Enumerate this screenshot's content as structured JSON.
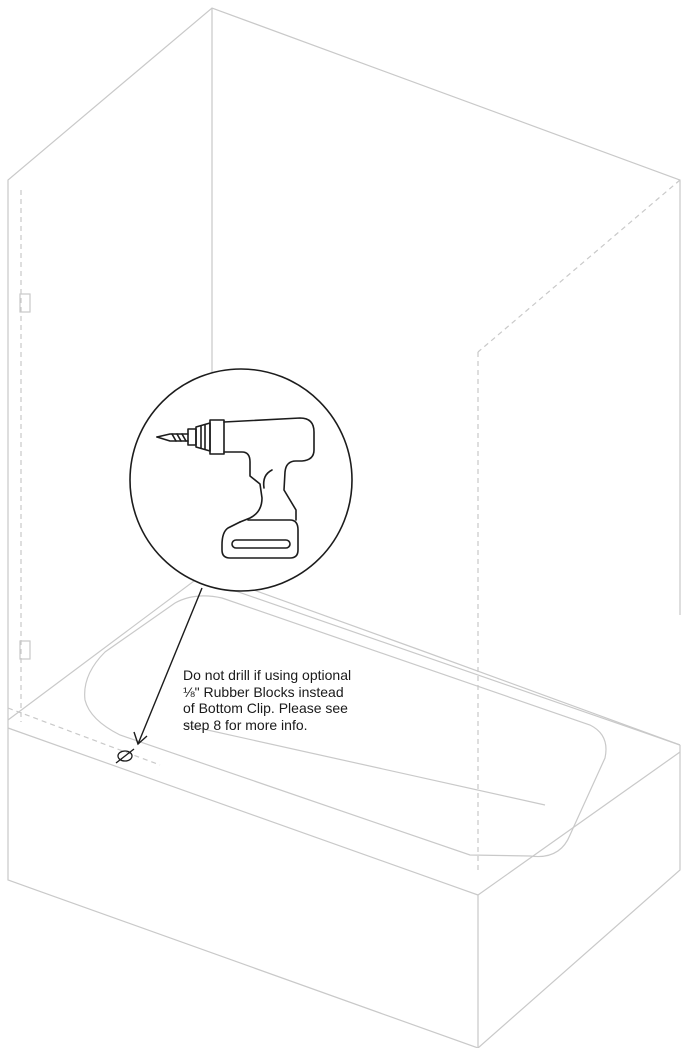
{
  "instruction_note": {
    "lines": [
      "Do not drill if using optional",
      "⅛\" Rubber Blocks instead",
      "of Bottom Clip. Please see",
      "step 8 for more info."
    ]
  },
  "colors": {
    "line_art": "#c9c9c9",
    "ink": "#1c1c1c"
  },
  "icons": [
    "drill-icon",
    "drill-hole-marker-icon",
    "hinge-icon"
  ]
}
